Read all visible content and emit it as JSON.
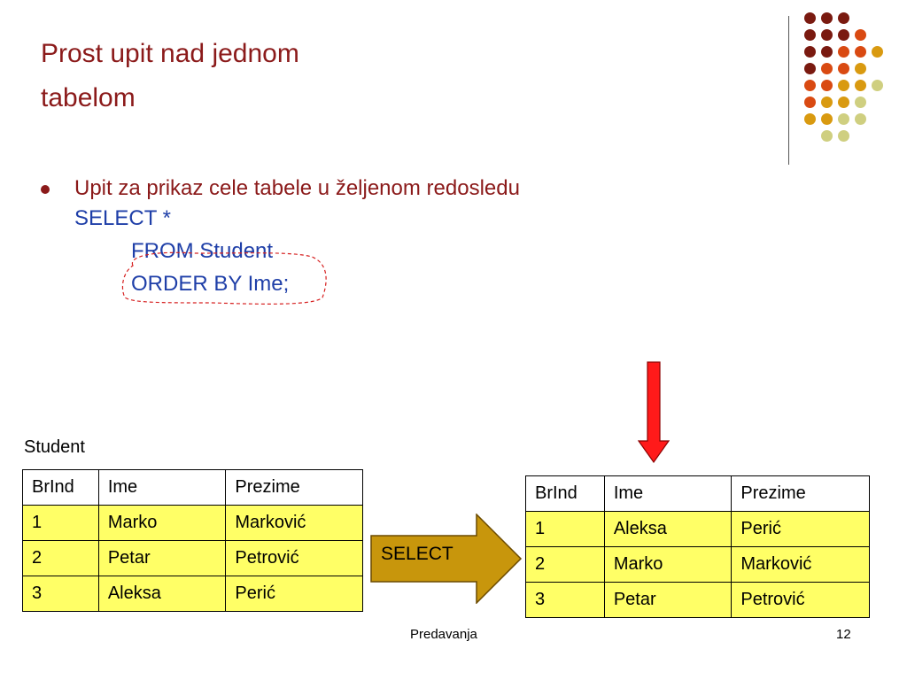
{
  "slide": {
    "title_line1": "Prost upit nad jednom",
    "title_line2": "tabelom",
    "bullet": "Upit za prikaz cele tabele u željenom redosledu",
    "sql_select": "SELECT *",
    "sql_from": "FROM Student",
    "sql_order": "ORDER BY Ime;"
  },
  "source_table": {
    "caption": "Student",
    "headers": [
      "BrInd",
      "Ime",
      "Prezime"
    ],
    "rows": [
      [
        "1",
        "Marko",
        "Marković"
      ],
      [
        "2",
        "Petar",
        "Petrović"
      ],
      [
        "3",
        "Aleksa",
        "Perić"
      ]
    ]
  },
  "operation_label": "SELECT",
  "result_table": {
    "headers": [
      "BrInd",
      "Ime",
      "Prezime"
    ],
    "rows": [
      [
        "1",
        "Aleksa",
        "Perić"
      ],
      [
        "2",
        "Marko",
        "Marković"
      ],
      [
        "3",
        "Petar",
        "Petrović"
      ]
    ]
  },
  "footer": {
    "center": "Predavanja",
    "page_number": "12"
  },
  "colors": {
    "title": "#8b1a1a",
    "sql": "#1f3fa8",
    "table_fill": "#ffff66",
    "select_arrow_fill": "#c8960c",
    "down_arrow_fill": "#ff1a1a",
    "highlight_outline": "#d62020",
    "dot_palette": [
      "#7a1a10",
      "#d94a12",
      "#d99a10",
      "#cfcf80"
    ]
  },
  "icons": {
    "decor": "dot-grid-decoration",
    "operation": "right-arrow-icon",
    "result_pointer": "down-arrow-icon"
  }
}
